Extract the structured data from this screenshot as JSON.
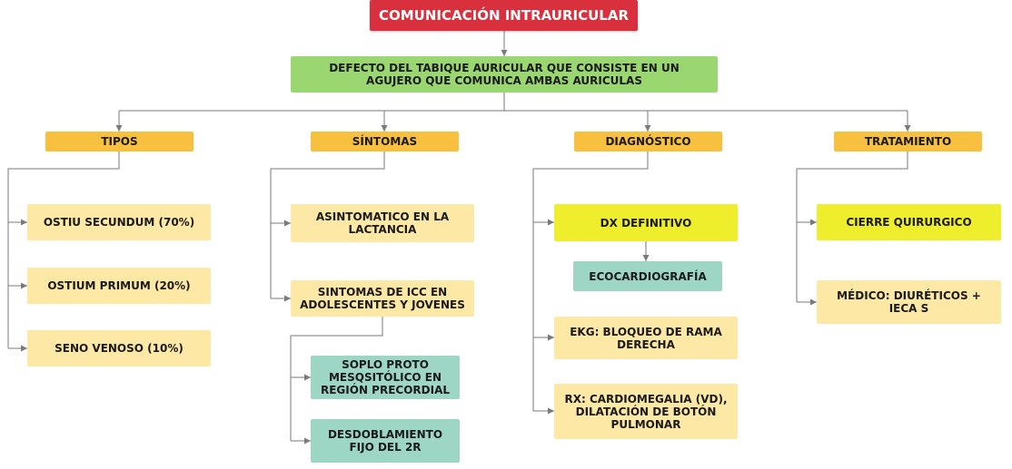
{
  "title": "COMUNICACIÓN INTRAURICULAR",
  "definition": "DEFECTO DEL TABIQUE AURICULAR QUE CONSISTE EN UN AGUJERO QUE COMUNICA AMBAS AURICULAS",
  "tipos": {
    "header": "TIPOS",
    "items": [
      "OSTIU SECUNDUM (70%)",
      "OSTIUM PRIMUM (20%)",
      "SENO VENOSO (10%)"
    ]
  },
  "sintomas": {
    "header": "SÍNTOMAS",
    "items": [
      "ASINTOMATICO EN LA LACTANCIA",
      "SINTOMAS DE ICC EN ADOLESCENTES Y JOVENES"
    ],
    "sub_items": [
      "SOPLO PROTO MESQSITÓLICO EN REGIÓN  PRECORDIAL",
      "DESDOBLAMIENTO FIJO DEL 2R"
    ]
  },
  "diagnostico": {
    "header": "DIAGNÓSTICO",
    "definitivo": "DX DEFINITIVO",
    "definitivo_child": "ECOCARDIOGRAFÍA",
    "items": [
      "EKG: BLOQUEO DE RAMA DERECHA",
      "RX: CARDIOMEGALIA (VD), DILATACIÓN DE BOTÓN PULMONAR"
    ]
  },
  "tratamiento": {
    "header": "TRATAMIENTO",
    "items": [
      "CIERRE QUIRURGICO",
      "MÉDICO: DIURÉTICOS + IECA S"
    ]
  },
  "colors": {
    "title": "#d9303e",
    "definition": "#9bd770",
    "category": "#f8c03f",
    "item": "#fde8a6",
    "highlight": "#eeee2c",
    "sub_item": "#9ed6c6",
    "connector": "#7a7a7a"
  }
}
